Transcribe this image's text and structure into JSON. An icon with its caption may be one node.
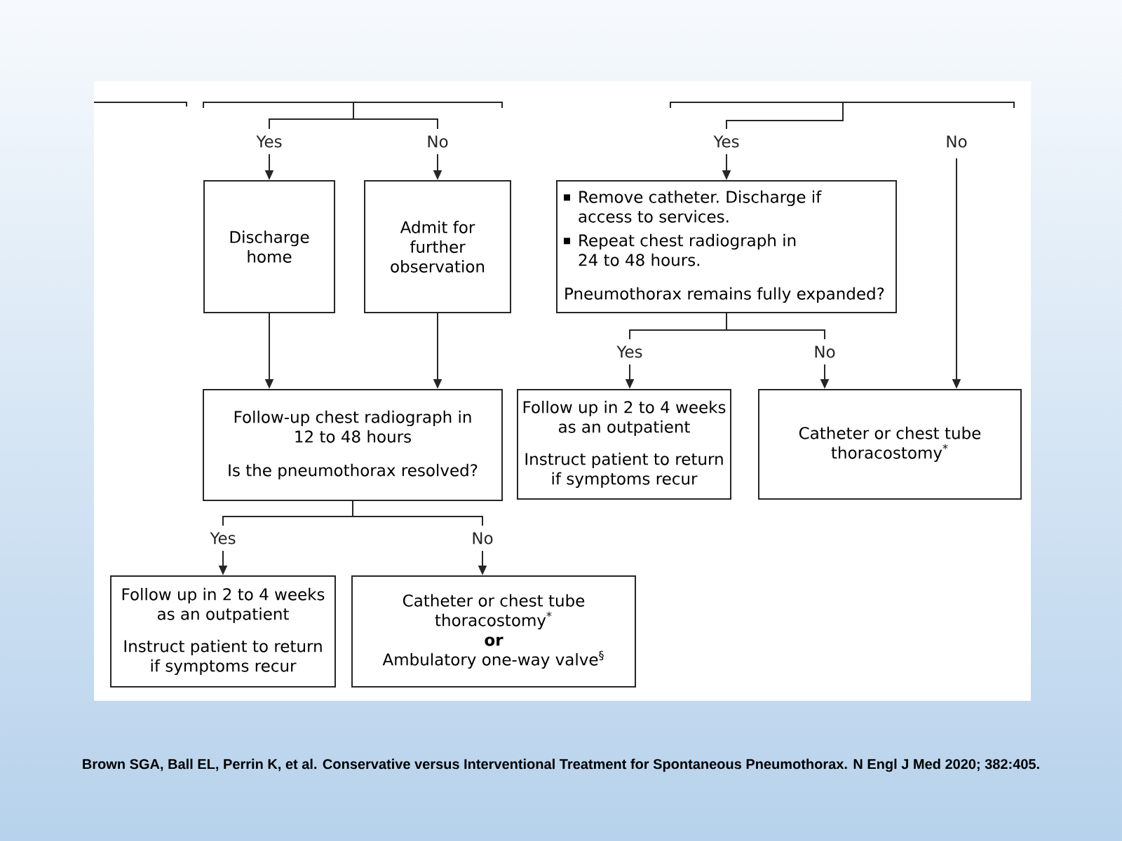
{
  "diagram": {
    "caption": "Brown SGA, Ball EL, Perrin K, et al. Conservative versus Interventional Treatment for Spontaneous Pneumothorax. N Engl J Med 2020; 382:405.",
    "nodes": [
      {
        "text": [
          "Discharge home"
        ]
      },
      {
        "text": [
          "Admit for further observation"
        ]
      },
      {
        "text": [
          "Follow-up chest radiograph in 12 to 48 hours",
          "Is the pneumothorax resolved?"
        ]
      },
      {
        "text": [
          "Follow up in 2 to 4 weeks as an outpatient",
          "Instruct patient to return if symptoms recur"
        ]
      },
      {
        "text": [
          "Catheter or chest tube thoracostomy$^{*}$",
          "or",
          "Ambulatory one-way valve$^{§}$"
        ]
      },
      {
        "text": [
          "Remove catheter. Discharge if access to services.",
          "Repeat chest radiograph in 24 to 48 hours.",
          "Pneumothorax remains fully expanded?"
        ]
      },
      {
        "text": [
          "Follow up in 2 to 4 weeks as an outpatient",
          "Instruct patient to return if symptoms recur"
        ]
      },
      {
        "text": [
          "Catheter or chest tube thoracostomy$^{*}$"
        ]
      }
    ],
    "edges": [
      {
        "from": null,
        "to": 0,
        "arrow": "to",
        "label": "Yes"
      },
      {
        "from": null,
        "to": 1,
        "arrow": "to",
        "label": "No"
      },
      {
        "from": 0,
        "to": 2,
        "arrow": "to"
      },
      {
        "from": 1,
        "to": 2,
        "arrow": "to"
      },
      {
        "from": 2,
        "to": 3,
        "arrow": "to",
        "label": "Yes"
      },
      {
        "from": 2,
        "to": 4,
        "arrow": "to",
        "label": "No"
      },
      {
        "from": null,
        "to": 5,
        "arrow": "to",
        "label": "Yes"
      },
      {
        "from": null,
        "to": 7,
        "arrow": "to",
        "label": "No"
      },
      {
        "from": 5,
        "to": 6,
        "arrow": "to",
        "label": "Yes"
      },
      {
        "from": 5,
        "to": 7,
        "arrow": "to",
        "label": "No"
      }
    ]
  }
}
